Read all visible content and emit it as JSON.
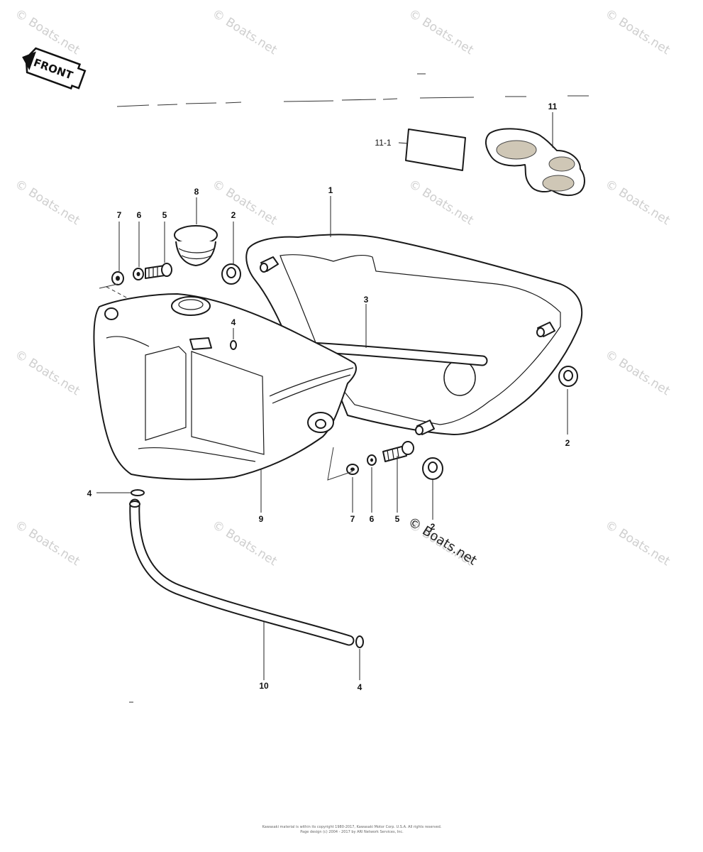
{
  "front_arrow": {
    "label": "FRONT"
  },
  "watermarks": {
    "text": "© Boats.net",
    "count": 16
  },
  "watermark_dark": "© Boats.net",
  "callouts": {
    "c1": "1",
    "c2a": "2",
    "c2b": "2",
    "c2c": "2",
    "c3": "3",
    "c4a": "4",
    "c4b": "4",
    "c4c": "4",
    "c5a": "5",
    "c5b": "5",
    "c6a": "6",
    "c6b": "6",
    "c7a": "7",
    "c7b": "7",
    "c8": "8",
    "c9": "9",
    "c10": "10",
    "c11": "11",
    "c11_1": "11-1"
  },
  "footer": {
    "line1": "Kawasaki material is within its copyright 1980-2017, Kawasaki Motor Corp. U.S.A. All rights reserved.",
    "line2": "Page design (c) 2004 - 2017 by ARI Network Services, Inc."
  }
}
